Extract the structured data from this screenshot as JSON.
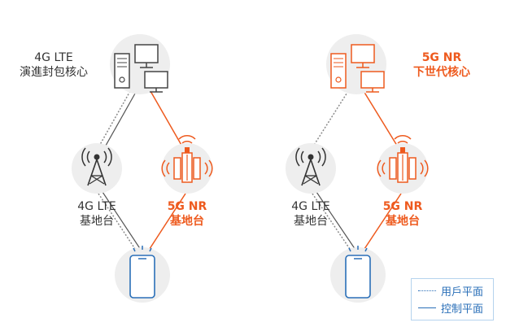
{
  "left": {
    "core_label": [
      "4G LTE",
      "演進封包核心"
    ],
    "lte_label": [
      "4G LTE",
      "基地台"
    ],
    "nr_label": [
      "5G NR",
      "基地台"
    ]
  },
  "right": {
    "core_label": [
      "5G NR",
      "下世代核心"
    ],
    "lte_label": [
      "4G LTE",
      "基地台"
    ],
    "nr_label": [
      "5G NR",
      "基地台"
    ]
  },
  "legend": {
    "user_plane": "用戶平面",
    "control_plane": "控制平面"
  },
  "colors": {
    "orange": "#ee5a1e",
    "gray_line": "#8a8a8a",
    "blue": "#2a6fb8",
    "circle_bg": "#eeeeee"
  }
}
